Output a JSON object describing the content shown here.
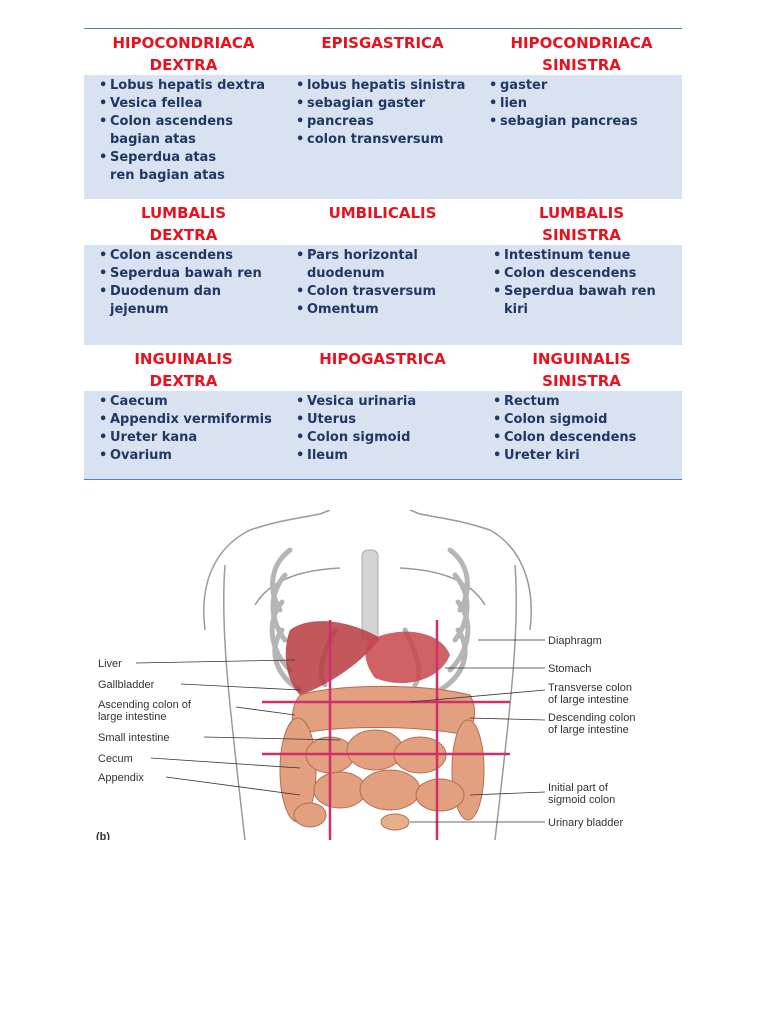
{
  "table": {
    "rows": [
      {
        "headers": [
          [
            "HIPOCONDRIACA",
            "DEXTRA"
          ],
          [
            "EPISGASTRICA",
            ""
          ],
          [
            "HIPOCONDRIACA",
            "SINISTRA"
          ]
        ],
        "cells": [
          [
            "Lobus hepatis dextra",
            "Vesica fellea",
            "Colon ascendens bagian atas",
            "Seperdua atas ren bagian atas"
          ],
          [
            "lobus hepatis sinistra",
            "sebagian gaster",
            "pancreas",
            "colon transversum"
          ],
          [
            "gaster",
            "lien",
            "sebagian pancreas"
          ]
        ]
      },
      {
        "headers": [
          [
            "LUMBALIS",
            "DEXTRA"
          ],
          [
            "UMBILICALIS",
            ""
          ],
          [
            "LUMBALIS",
            "SINISTRA"
          ]
        ],
        "cells": [
          [
            "Colon ascendens",
            "Seperdua bawah ren",
            "Duodenum dan jejenum"
          ],
          [
            "Pars horizontal duodenum",
            "Colon trasversum",
            "Omentum"
          ],
          [
            "Intestinum tenue",
            "Colon descendens",
            "Seperdua bawah ren kiri"
          ]
        ]
      },
      {
        "headers": [
          [
            "INGUINALIS",
            "DEXTRA"
          ],
          [
            "HIPOGASTRICA",
            ""
          ],
          [
            "INGUINALIS",
            "SINISTRA"
          ]
        ],
        "cells": [
          [
            "Caecum",
            "Appendix vermiformis",
            "Ureter kana",
            "Ovarium"
          ],
          [
            "Vesica urinaria",
            "Uterus",
            "Colon sigmoid",
            "Ileum"
          ],
          [
            "Rectum",
            "Colon sigmoid",
            "Colon descendens",
            "Ureter kiri"
          ]
        ]
      }
    ]
  },
  "figure": {
    "labels_left": [
      "Liver",
      "Gallbladder",
      "Ascending colon of",
      "large intestine",
      "Small intestine",
      "Cecum",
      "Appendix"
    ],
    "labels_right": [
      "Diaphragm",
      "Stomach",
      "Transverse colon",
      "of large intestine",
      "Descending colon",
      "of large intestine",
      "Initial part of",
      "sigmoid colon",
      "Urinary bladder"
    ],
    "panel": "(b)"
  }
}
